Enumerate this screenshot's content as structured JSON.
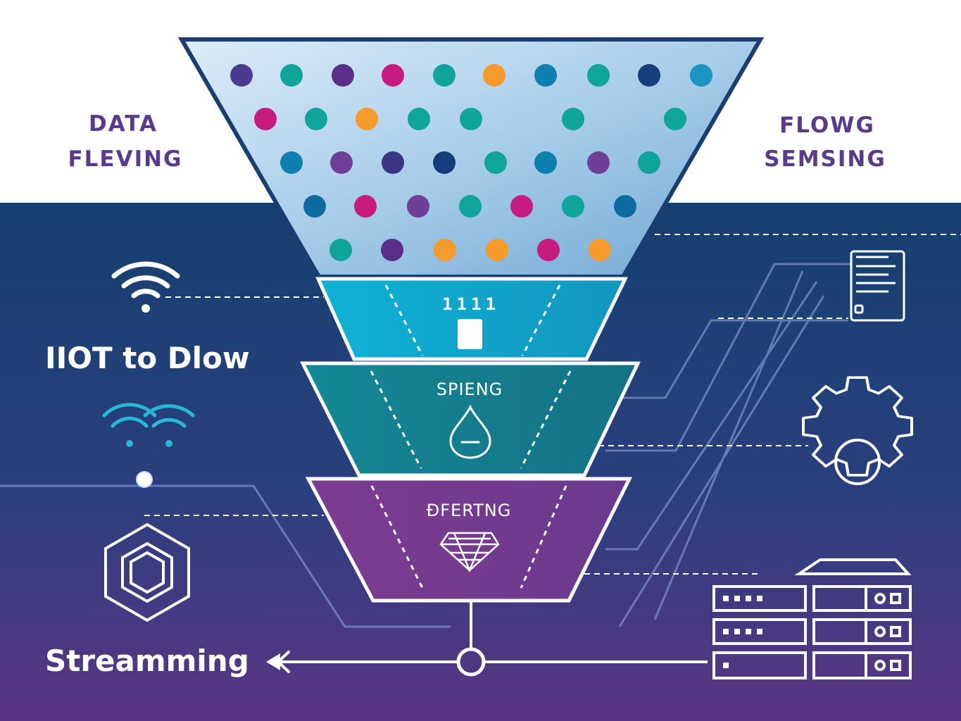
{
  "labels": {
    "top_left_line1": "DATA",
    "top_left_line2": "FLEVING",
    "top_right_line1": "FLOWG",
    "top_right_line2": "SEMSING",
    "left_mid": "IIOT to Dlow",
    "bottom_left": "Streamming"
  },
  "funnel": {
    "stage1_text": "1111",
    "stage2_text": "SPIENG",
    "stage3_text": "ÐFERTNG"
  },
  "icons": {
    "wifi": "wifi-icon",
    "wifi_pair": "double-wifi-icon",
    "node": "node-dot-icon",
    "hexagon": "hexagon-icon",
    "document": "document-icon",
    "gear": "gear-icon",
    "server": "server-rack-icon",
    "chip": "chip-icon",
    "drop": "water-drop-icon",
    "gem": "gem-icon"
  },
  "colors": {
    "top_bg": "#ffffff",
    "bottom_bg_top": "#163e73",
    "bottom_bg_bottom": "#5a3483",
    "label_purple": "#5a3a8c",
    "stage1": "#1aa6c9",
    "stage2": "#137f8f",
    "stage3": "#7a3b8f",
    "dot_colors": [
      "#4b3a8e",
      "#0fa59b",
      "#5a2f8a",
      "#c81b7f",
      "#f59a2b",
      "#0e7fae",
      "#153f7a",
      "#6f3f98"
    ]
  }
}
